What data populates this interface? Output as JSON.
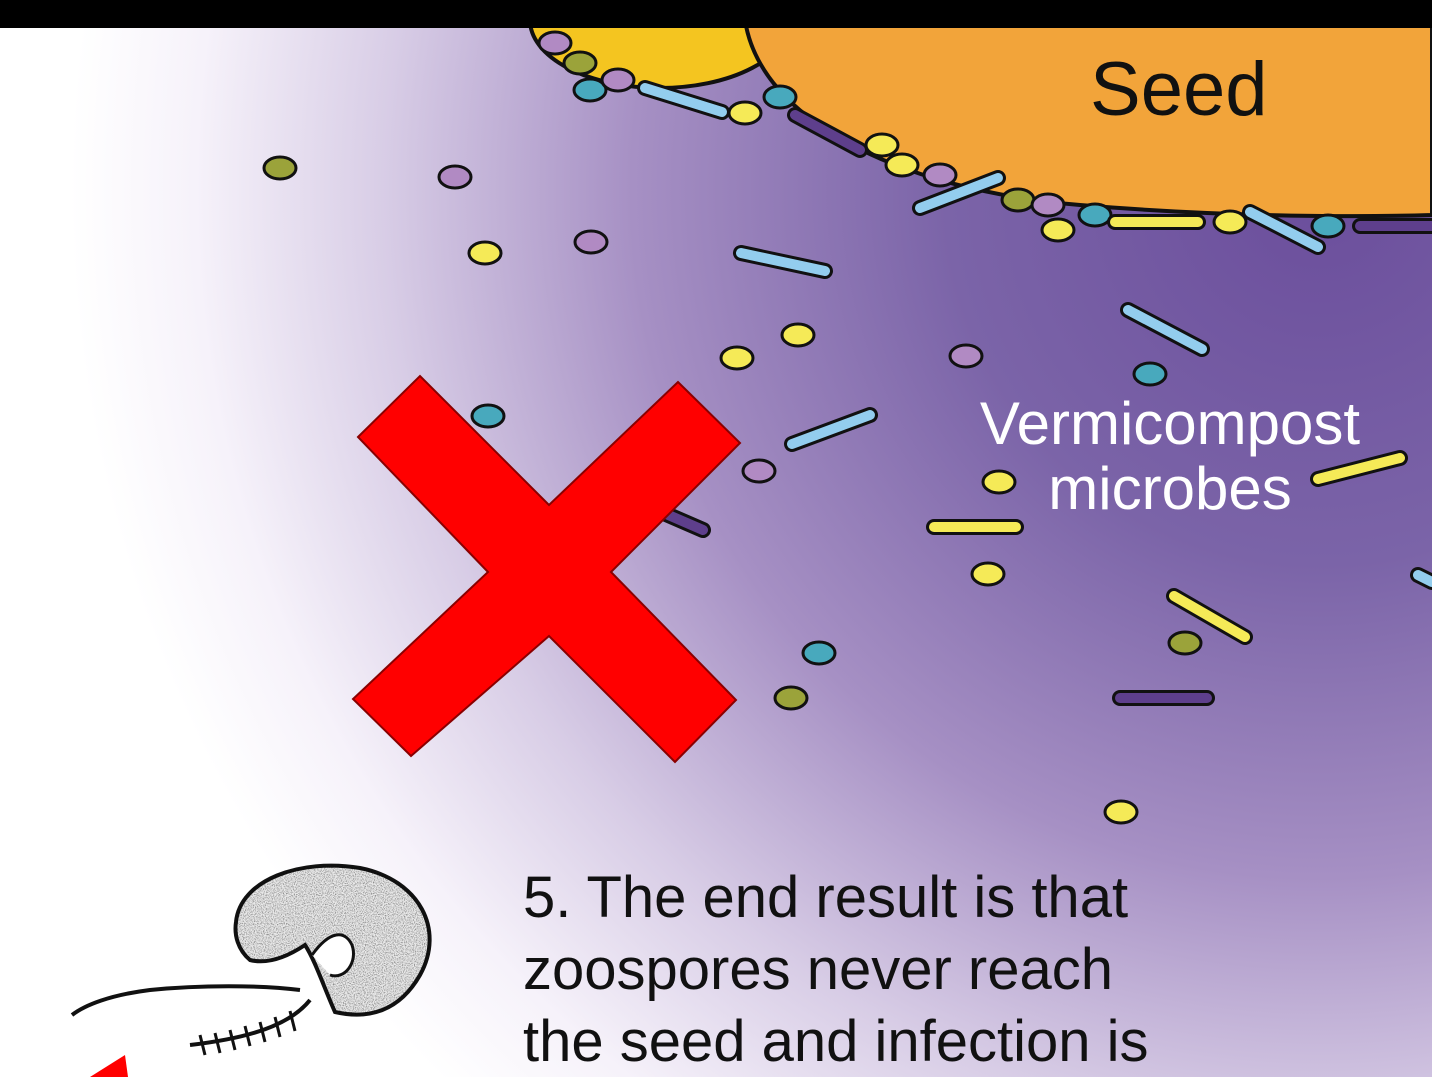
{
  "seed_label": "Seed",
  "microbes_label": [
    "Vermicompost",
    "microbes"
  ],
  "caption_lines": [
    "5. The end result is that",
    "zoospores never reach",
    "the seed and infection is"
  ],
  "colors": {
    "top_bar": "#000000",
    "seed": "#f2a43a",
    "seed_coat": "#f4c520",
    "soil_purple": "#7b64a8",
    "x_mark": "#ff0000",
    "microbe_yellow": "#f5ea57",
    "microbe_lavender": "#b18ac3",
    "microbe_olive": "#9ba33a",
    "microbe_teal": "#48a9bd",
    "microbe_lightblue": "#93cdee",
    "microbe_purple": "#5e3f8c"
  },
  "icons": [
    "blocked-x-icon",
    "zoospore-illustration"
  ]
}
